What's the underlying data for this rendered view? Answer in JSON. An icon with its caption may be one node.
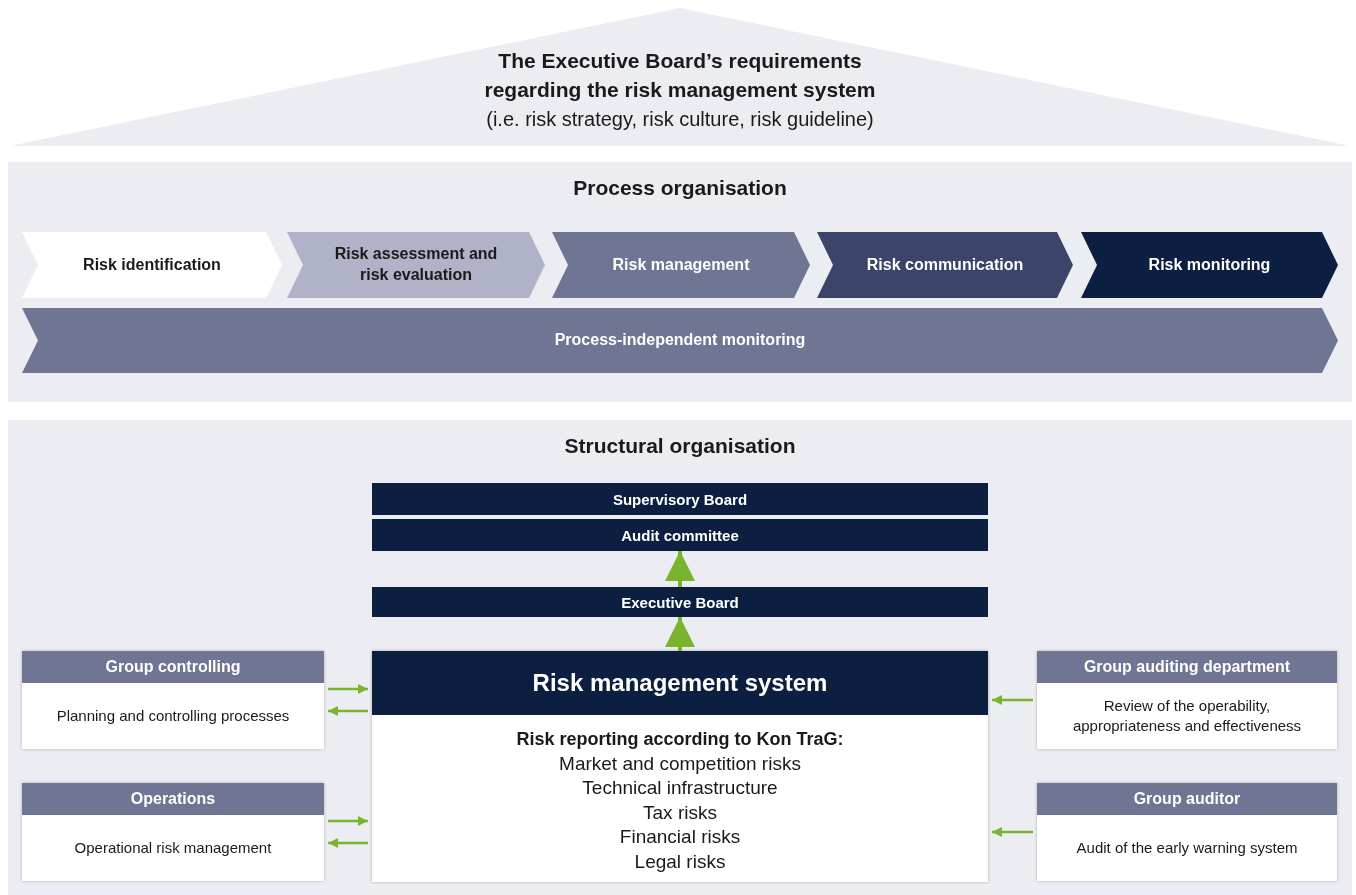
{
  "diagram": {
    "nodes": [
      {
        "text": [
          "The Executive Board’s requirements regarding the risk management system",
          "(i.e. risk strategy, risk culture, risk guideline)"
        ]
      },
      {
        "text": [
          "Process organisation"
        ]
      },
      {
        "text": [
          "Risk identification"
        ],
        "in": 1
      },
      {
        "text": [
          "Risk assessment and risk evaluation"
        ],
        "in": 1
      },
      {
        "text": [
          "Risk management"
        ],
        "in": 1
      },
      {
        "text": [
          "Risk communication"
        ],
        "in": 1
      },
      {
        "text": [
          "Risk monitoring"
        ],
        "in": 1
      },
      {
        "text": [
          "Process-independent monitoring"
        ],
        "in": 1
      },
      {
        "text": [
          "Structural organisation"
        ]
      },
      {
        "text": [
          "Supervisory Board"
        ],
        "in": 8
      },
      {
        "text": [
          "Audit committee"
        ],
        "in": 8
      },
      {
        "text": [
          "Executive Board"
        ],
        "in": 8
      },
      {
        "text": [
          "Risk management system",
          "Risk reporting according to Kon TraG:",
          "Market and competition risks",
          "Technical infrastructure",
          "Tax risks",
          "Financial risks",
          "Legal risks"
        ],
        "in": 8
      },
      {
        "text": [
          "Group controlling",
          "Planning and controlling processes"
        ],
        "in": 8
      },
      {
        "text": [
          "Operations",
          "Operational risk management"
        ],
        "in": 8
      },
      {
        "text": [
          "Group auditing department",
          "Review of the operability, appropriateness and effectiveness"
        ],
        "in": 8
      },
      {
        "text": [
          "Group auditor",
          "Audit of the early warning system"
        ],
        "in": 8
      }
    ],
    "edges": [
      {
        "from": 11,
        "to": 10,
        "arrow": "to"
      },
      {
        "from": 12,
        "to": 11,
        "arrow": "to"
      },
      {
        "from": 13,
        "to": 12,
        "arrow": "to"
      },
      {
        "from": 12,
        "to": 13,
        "arrow": "to"
      },
      {
        "from": 14,
        "to": 12,
        "arrow": "to"
      },
      {
        "from": 12,
        "to": 14,
        "arrow": "to"
      },
      {
        "from": 15,
        "to": 12,
        "arrow": "to"
      },
      {
        "from": 16,
        "to": 12,
        "arrow": "to"
      }
    ]
  }
}
